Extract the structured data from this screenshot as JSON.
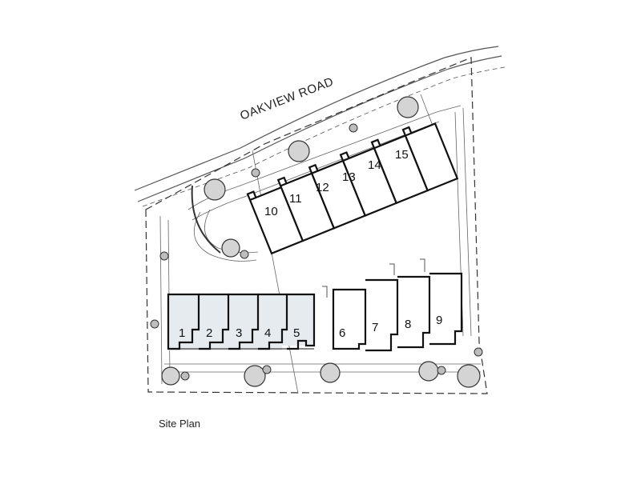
{
  "road_name": "OAKVIEW ROAD",
  "caption": "Site Plan",
  "colors": {
    "line": "#333333",
    "building": "#111111",
    "highlight_fill": "#e6ebef",
    "tree_fill": "#d4d4d4",
    "background": "#ffffff"
  },
  "units": {
    "north_row": [
      "10",
      "11",
      "12",
      "13",
      "14",
      "15"
    ],
    "west_block": [
      "1",
      "2",
      "3",
      "4",
      "5"
    ],
    "east_block": [
      "6",
      "7",
      "8",
      "9"
    ]
  },
  "highlighted_block": "west_block",
  "icons": [
    "tree-icon",
    "shrub-icon",
    "curved-wall-icon"
  ]
}
